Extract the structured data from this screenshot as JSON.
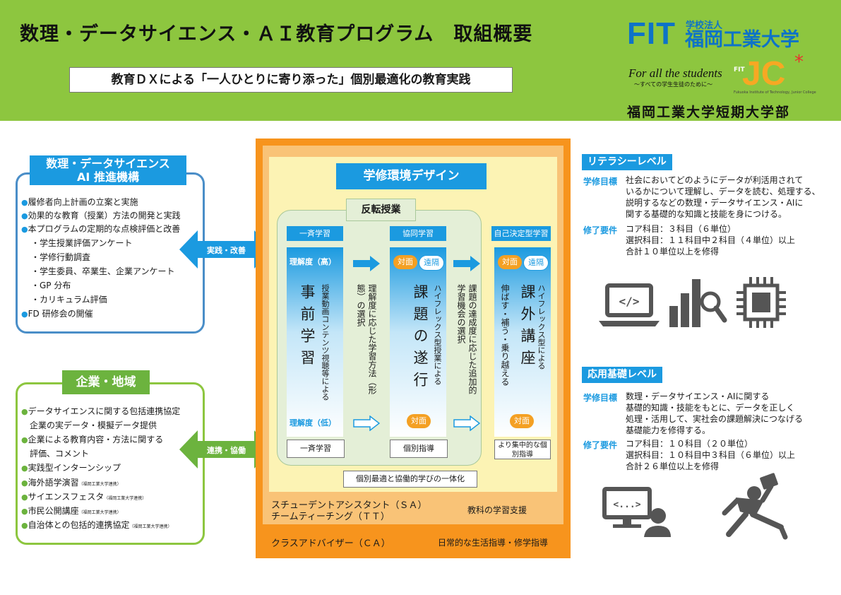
{
  "header": {
    "title": "数理・データサイエンス・ＡＩ教育プログラム　取組概要",
    "subtitle": "教育ＤＸによる「一人ひとりに寄り添った」個別最適化の教育実践",
    "logo_fit": "FIT",
    "logo_corp": "学校法人",
    "logo_univ": "福岡工業大学",
    "slogan": "For all the students",
    "slogan_sub": "〜すべての学生生徒のために〜",
    "jc_fit": "FIT",
    "jc_logo": "JC",
    "jc_star": "*",
    "jc_tiny": "Fukuoka Institute of Technology, Junior College",
    "college": "福岡工業大学短期大学部"
  },
  "left1": {
    "title": "数理・データサイエンス\nAI 推進機構",
    "items": [
      "履修者向上計画の立案と実施",
      "効果的な教育（授業）方法の開発と実践",
      "本プログラムの定期的な点検評価と改善"
    ],
    "subitems": [
      "・学生授業評価アンケート",
      "・学修行動調査",
      "・学生委員、卒業生、企業アンケート",
      "・GP 分布",
      "・カリキュラム評価"
    ],
    "last": "FD 研修会の開催"
  },
  "left2": {
    "title": "企業・地域",
    "items": [
      {
        "text": "データサイエンスに関する包括連携協定",
        "cont": "企業の実データ・模擬データ提供",
        "tag": ""
      },
      {
        "text": "企業による教育内容・方法に関する",
        "cont": "評価、コメント",
        "tag": ""
      },
      {
        "text": "実践型インターンシップ",
        "cont": "",
        "tag": ""
      },
      {
        "text": "海外語学演習",
        "cont": "",
        "tag": "（福岡工業大学連携）"
      },
      {
        "text": "サイエンスフェスタ",
        "cont": "",
        "tag": "（福岡工業大学連携）"
      },
      {
        "text": "市民公開講座",
        "cont": "",
        "tag": "（福岡工業大学連携）"
      },
      {
        "text": "自治体との包括的連携協定",
        "cont": "",
        "tag": "（福岡工業大学連携）"
      }
    ]
  },
  "arrows": {
    "a1": "実践・改善",
    "a2": "連携・協働"
  },
  "center": {
    "design_title": "学修環境デザイン",
    "flip_title": "反転授業",
    "col1": {
      "head": "一斉学習",
      "top": "理解度（高）",
      "big": "事前学習",
      "side": "授業動画コンテンツ視聴等による",
      "low": "理解度（低）",
      "bottom": "一斉学習"
    },
    "mid1": "理解度に応じた学習方法（形態）の選択",
    "col2": {
      "head": "協同学習",
      "pill1": "対面",
      "pill2": "遠隔",
      "big": "課題の遂行",
      "side": "ハイフレックス型授業による",
      "pill3": "対面",
      "bottom": "個別指導"
    },
    "mid2": "課題の達成度に応じた追加的学習機会の選択",
    "col3": {
      "head": "自己決定型学習",
      "pill1": "対面",
      "pill2": "遠隔",
      "big": "課外講座",
      "side": "ハイフレックス型による",
      "sub": "伸ばす・補う・乗り越える",
      "pill3": "対面",
      "bottom": "より集中的な個別指導"
    },
    "integration": "個別最適と協働的学びの一体化",
    "sa": "スチューデントアシスタント（ＳＡ）",
    "tt": "チームティーチング（ＴＴ）",
    "support": "教科の学習支援",
    "ca": "クラスアドバイザー（ＣＡ）",
    "daily": "日常的な生活指導・修学指導"
  },
  "right": {
    "literacy": {
      "title": "リテラシーレベル",
      "goal_label": "学修目標",
      "goal": [
        "社会においてどのようにデータが利活用されて",
        "いるかについて理解し、データを読む、処理する、",
        "説明するなどの数理・データサイエンス・AIに",
        "関する基礎的な知識と技能を身につける。"
      ],
      "req_label": "修了要件",
      "req": [
        "コア科目：３科目（６単位）",
        "選択科目：１１科目中２科目（４単位）以上",
        "合計１０単位以上を修得"
      ]
    },
    "applied": {
      "title": "応用基礎レベル",
      "goal_label": "学修目標",
      "goal": [
        "数理・データサイエンス・AIに関する",
        "基礎的知識・技能をもとに、データを正しく",
        "処理・活用して、実社会の課題解決につなげる",
        "基礎能力を修得する。"
      ],
      "req_label": "修了要件",
      "req": [
        "コア科目：１０科目（２０単位）",
        "選択科目：１０科目中３科目（６単位）以上",
        "合計２６単位以上を修得"
      ]
    }
  },
  "colors": {
    "header_green": "#8dc63f",
    "blue": "#1b9ae0",
    "orange": "#f7941d",
    "green": "#6cb33e",
    "icon_gray": "#555555"
  }
}
